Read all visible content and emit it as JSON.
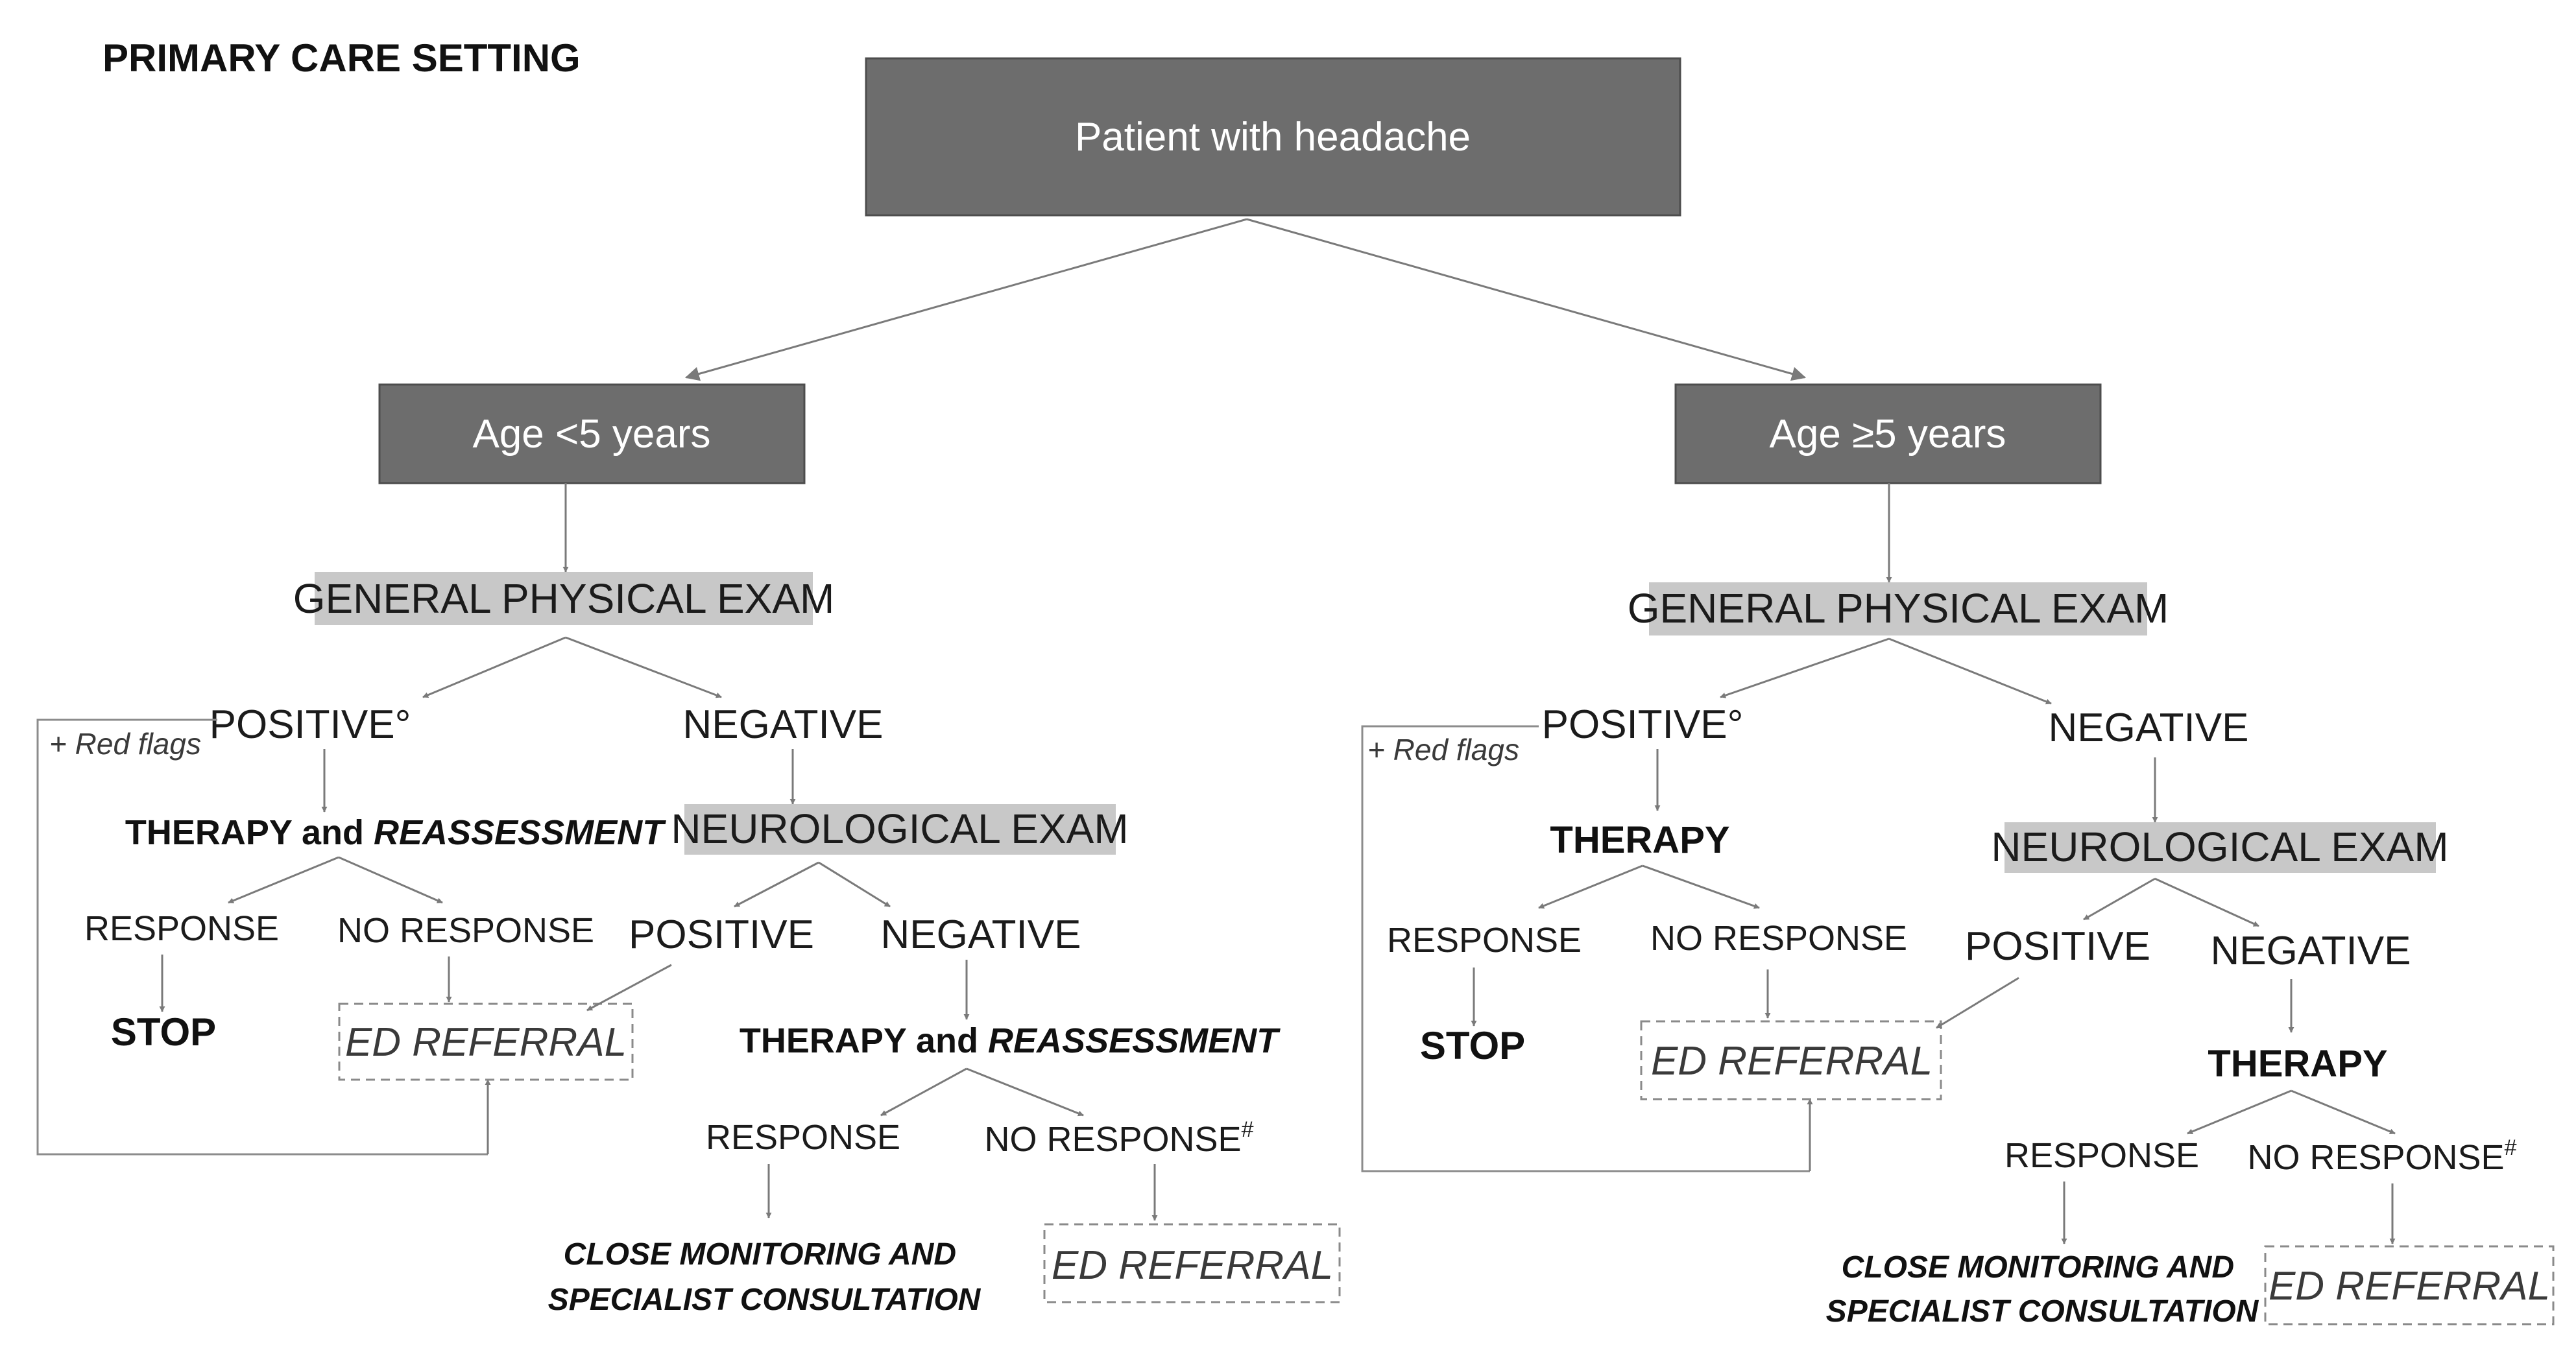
{
  "header": "PRIMARY CARE SETTING",
  "root": "Patient with headache",
  "left": {
    "age": "Age <5 years",
    "physical_exam": "GENERAL PHYSICAL EXAM",
    "positive": "POSITIVE°",
    "negative": "NEGATIVE",
    "red_flags": "+ Red flags",
    "therapy_prefix": "THERAPY and ",
    "therapy_suffix": "REASSESSMENT",
    "response": "RESPONSE",
    "no_response": "NO RESPONSE",
    "stop": "STOP",
    "ed_referral": "ED REFERRAL",
    "neuro_exam": "NEUROLOGICAL EXAM",
    "neuro_positive": "POSITIVE",
    "neuro_negative": "NEGATIVE",
    "therapy2_prefix": "THERAPY and ",
    "therapy2_suffix": "REASSESSMENT",
    "response2": "RESPONSE",
    "no_response2": "NO RESPONSE",
    "no_response2_mark": "#",
    "close_monitoring_line1": "CLOSE MONITORING  AND",
    "close_monitoring_line2": "SPECIALIST CONSULTATION",
    "ed_referral2": "ED REFERRAL"
  },
  "right": {
    "age": "Age ≥5 years",
    "physical_exam": "GENERAL PHYSICAL EXAM",
    "positive": "POSITIVE°",
    "negative": "NEGATIVE",
    "red_flags": "+ Red flags",
    "therapy": "THERAPY",
    "response": "RESPONSE",
    "no_response": "NO RESPONSE",
    "stop": "STOP",
    "ed_referral": "ED REFERRAL",
    "neuro_exam": "NEUROLOGICAL EXAM",
    "neuro_positive": "POSITIVE",
    "neuro_negative": "NEGATIVE",
    "therapy2": "THERAPY",
    "response2": "RESPONSE",
    "no_response2": "NO RESPONSE",
    "no_response2_mark": "#",
    "close_monitoring_line1": "CLOSE MONITORING  AND",
    "close_monitoring_line2": "SPECIALIST CONSULTATION",
    "ed_referral2": "ED REFERRAL"
  }
}
